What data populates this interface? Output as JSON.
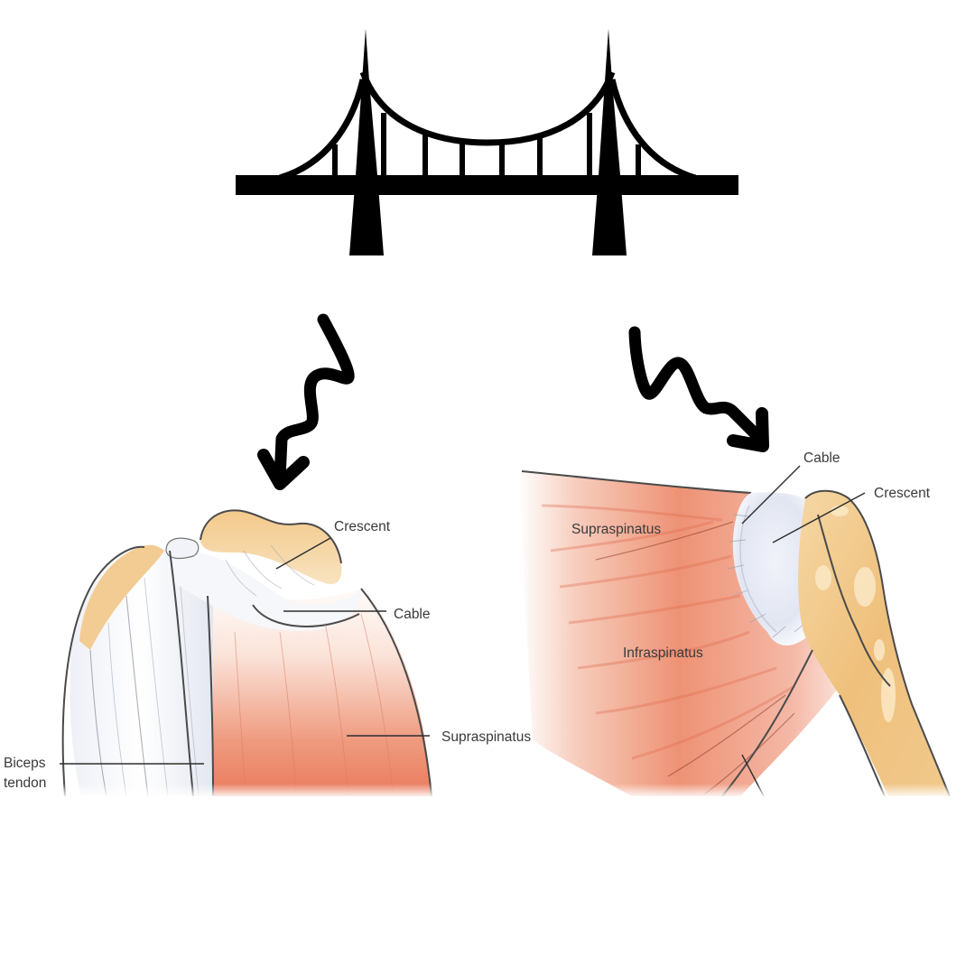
{
  "bridge": {
    "icon": "suspension-bridge-icon",
    "color": "#000000"
  },
  "arrows": {
    "left": {
      "icon": "squiggly-arrow-down-left-icon",
      "color": "#000000"
    },
    "right": {
      "icon": "squiggly-arrow-down-right-icon",
      "color": "#000000"
    }
  },
  "left_illustration": {
    "description": "Rotator cuff superior view",
    "labels": {
      "crescent": "Crescent",
      "cable": "Cable",
      "supraspinatus": "Supraspinatus",
      "biceps_line1": "Biceps",
      "biceps_line2": "tendon"
    }
  },
  "right_illustration": {
    "description": "Rotator cuff posterior view",
    "labels": {
      "cable": "Cable",
      "crescent": "Crescent",
      "supraspinatus": "Supraspinatus",
      "infraspinatus": "Infraspinatus"
    }
  },
  "colors": {
    "muscle": "#e8765a",
    "muscle_light": "#f6c3b2",
    "bone": "#f0c27e",
    "bone_light": "#f9e2b8",
    "tendon": "#f4f5fa",
    "label_text": "#3a3a3a"
  }
}
